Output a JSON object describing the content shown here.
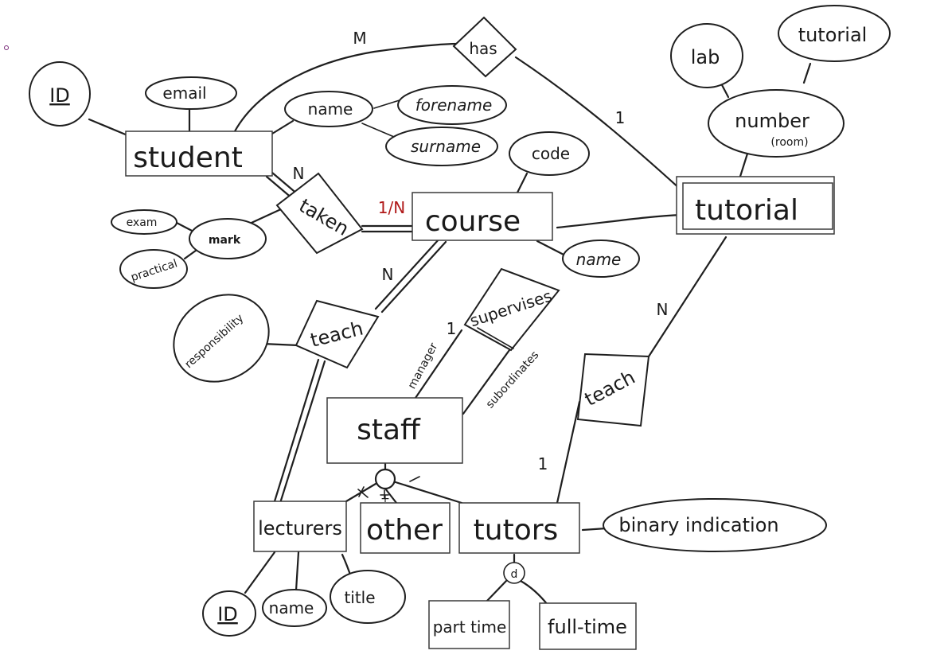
{
  "entities": {
    "student": "student",
    "course": "course",
    "tutorial": "tutorial",
    "staff": "staff",
    "lecturers": "lecturers",
    "other": "other",
    "tutors": "tutors",
    "part_time": "part time",
    "full_time": "full-time"
  },
  "relationships": {
    "has": "has",
    "taken": "taken",
    "teach_course": "teach",
    "supervises": "supervises",
    "teach_tutorial": "teach"
  },
  "attributes": {
    "student_id": "ID",
    "student_email": "email",
    "student_name": "name",
    "forename": "forename",
    "surname": "surname",
    "mark": "mark",
    "exam": "exam",
    "practical": "practical",
    "course_code": "code",
    "course_name": "name",
    "number": "number",
    "room": "(room)",
    "lab": "lab",
    "tutorial_type": "tutorial",
    "responsibility": "responsibility",
    "lecturer_id": "ID",
    "lecturer_name": "name",
    "lecturer_title": "title",
    "binary_indication": "binary indication"
  },
  "roles": {
    "manager": "manager",
    "subordinates": "subordinates"
  },
  "cardinalities": {
    "has_student": "M",
    "has_tutorial": "1",
    "taken_student": "N",
    "taken_course": "1/N",
    "teach_course": "N",
    "supervises_manager": "1",
    "teach_tutorial": "N",
    "teach_tutors": "1"
  },
  "specialization": {
    "staff_disjoint": "+",
    "tutors_disjoint": "d"
  },
  "colors": {
    "ink": "#1f1f1f",
    "accent": "#b01818",
    "background": "#ffffff"
  }
}
